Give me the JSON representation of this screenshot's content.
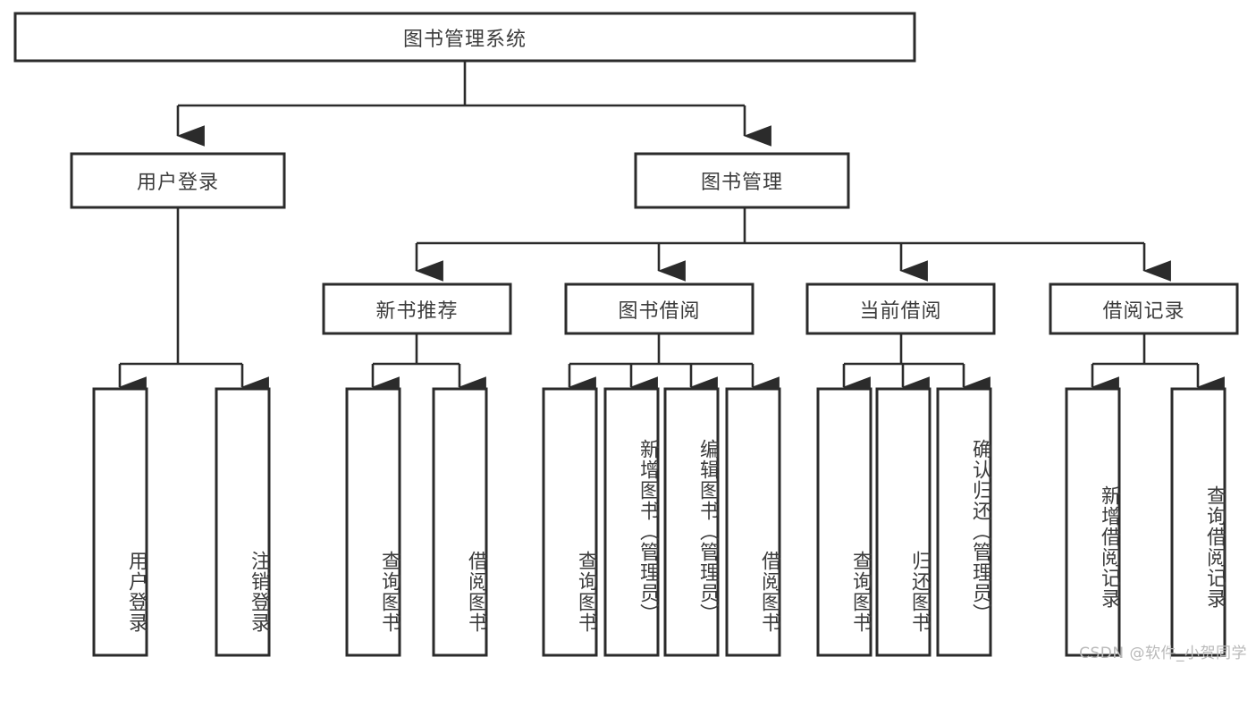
{
  "diagram": {
    "title": "图书管理系统",
    "type": "tree",
    "watermark": "CSDN @软件_小贺同学",
    "colors": {
      "box_stroke": "#2b2b2b",
      "box_fill": "#ffffff",
      "text": "#3c3c3c",
      "connector": "#2b2b2b",
      "watermark": "#b9b9b9",
      "background": "#ffffff"
    },
    "root": {
      "label": "图书管理系统"
    },
    "level2": [
      {
        "label": "用户登录"
      },
      {
        "label": "图书管理"
      }
    ],
    "level3": [
      {
        "label": "新书推荐"
      },
      {
        "label": "图书借阅"
      },
      {
        "label": "当前借阅"
      },
      {
        "label": "借阅记录"
      }
    ],
    "leaves": {
      "user_login": [
        {
          "label": "用户登录"
        },
        {
          "label": "注销登录"
        }
      ],
      "new_book_recommend": [
        {
          "label": "查询图书"
        },
        {
          "label": "借阅图书"
        }
      ],
      "book_borrow": [
        {
          "label": "查询图书"
        },
        {
          "label": "新增图书（管理员）"
        },
        {
          "label": "编辑图书（管理员）"
        },
        {
          "label": "借阅图书"
        }
      ],
      "current_borrow": [
        {
          "label": "查询图书"
        },
        {
          "label": "归还图书"
        },
        {
          "label": "确认归还（管理员）"
        }
      ],
      "borrow_record": [
        {
          "label": "新增借阅记录"
        },
        {
          "label": "查询借阅记录"
        }
      ]
    }
  }
}
